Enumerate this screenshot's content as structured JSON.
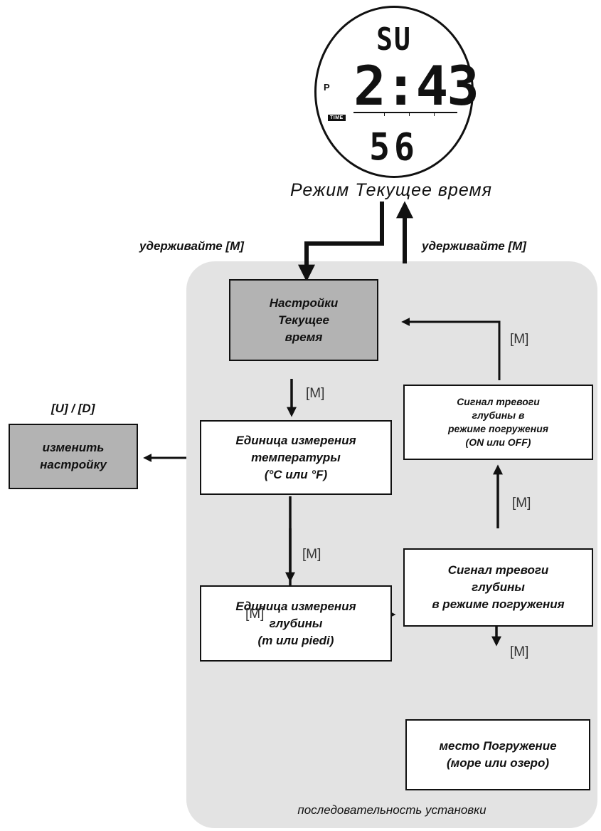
{
  "watch": {
    "day": "SU",
    "time": "2:43",
    "pm_marker": "P",
    "mode_label": "TIME",
    "seconds": "56"
  },
  "mode_title": "Режим Текущее время",
  "hold_left": "удерживайте [M]",
  "hold_right": "удерживайте [M]",
  "setting_box": {
    "line1": "Настройки",
    "line2": "Текущее",
    "line3": "время"
  },
  "change_label": "[U] / [D]",
  "change_box": {
    "line1": "изменить",
    "line2": "настройку"
  },
  "temp_box": {
    "line1": "Единица измерения",
    "line2": "температуры",
    "line3": "(°C или °F)"
  },
  "depth_box": {
    "line1": "Единица измерения",
    "line2": "глубины",
    "line3": "(m или piedi)"
  },
  "place_box": {
    "line1": "место Погружение",
    "line2": "(море или озеро)"
  },
  "alarm_box": {
    "line1": "Сигнал тревоги",
    "line2": "глубины",
    "line3": "в режиме погружения"
  },
  "alarm_onoff_box": {
    "line1": "Сигнал тревоги",
    "line2": "глубины в",
    "line3": "режиме погружения",
    "line4": "(ON или OFF)"
  },
  "m_labels": {
    "m1": "[M]",
    "m2": "[M]",
    "m3": "[M]",
    "m4": "[M]",
    "m5": "[M]",
    "m6": "[M]"
  },
  "footer": "последовательность установки"
}
